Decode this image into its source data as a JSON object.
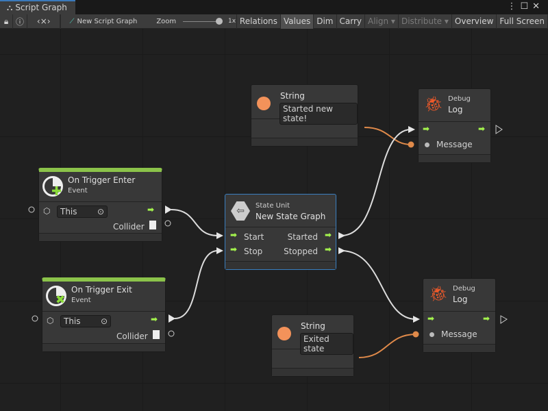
{
  "window": {
    "tab_title": "Script Graph",
    "menu_icon": "kebab-icon",
    "maximize_icon": "maximize-icon",
    "close_icon": "close-icon"
  },
  "toolbar": {
    "graph_name": "New Script Graph",
    "zoom_label": "Zoom",
    "zoom_value": "1x",
    "zoom_level": 1.0,
    "buttons": [
      "Relations",
      "Values",
      "Dim",
      "Carry",
      "Align",
      "Distribute",
      "Overview",
      "Full Screen"
    ],
    "active": "Values"
  },
  "colors": {
    "flow_port": "#a4f34d",
    "value_port": "#f0914f",
    "event_bar": "#8bc34a",
    "selection": "#3a7fc0"
  },
  "nodes": {
    "string1": {
      "title": "String",
      "value": "Started new state!"
    },
    "string2": {
      "title": "String",
      "value": "Exited state"
    },
    "debug1": {
      "category": "Debug",
      "title": "Log",
      "port": "Message"
    },
    "debug2": {
      "category": "Debug",
      "title": "Log",
      "port": "Message"
    },
    "enter": {
      "title": "On Trigger Enter",
      "sub": "Event",
      "target": "This",
      "output": "Collider"
    },
    "exit": {
      "title": "On Trigger Exit",
      "sub": "Event",
      "target": "This",
      "output": "Collider"
    },
    "state": {
      "category": "State Unit",
      "title": "New  State  Graph",
      "in1": "Start",
      "in2": "Stop",
      "out1": "Started",
      "out2": "Stopped"
    }
  }
}
